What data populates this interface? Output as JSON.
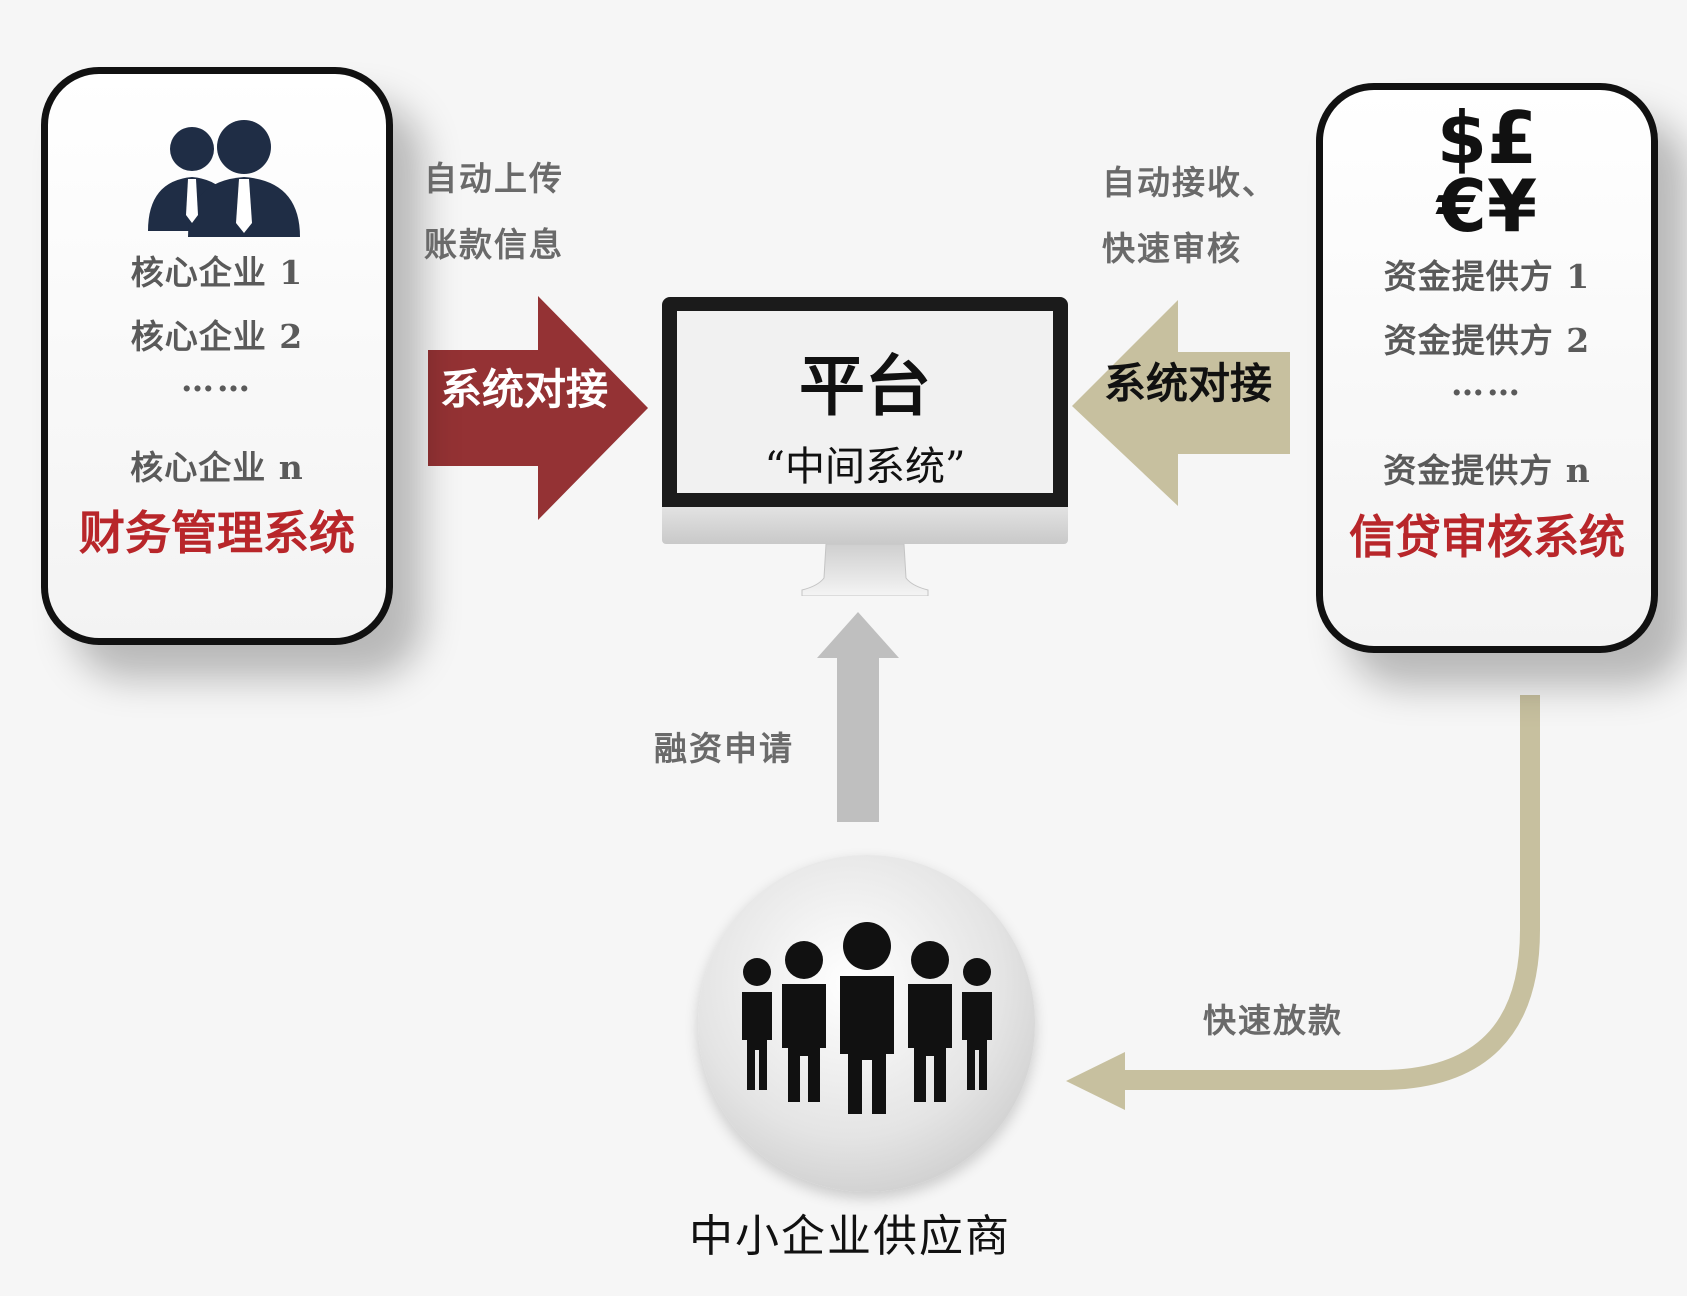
{
  "left_panel": {
    "items": [
      "核心企业 1",
      "核心企业 2",
      "……",
      "核心企业 n"
    ],
    "system_name": "财务管理系统",
    "icon": "business-people-icon"
  },
  "right_panel": {
    "currency_symbols": [
      "$£",
      "€¥"
    ],
    "items": [
      "资金提供方 1",
      "资金提供方 2",
      "……",
      "资金提供方 n"
    ],
    "system_name": "信贷审核系统",
    "icon": "currency-icon"
  },
  "platform": {
    "title": "平台",
    "subtitle": "“中间系统”"
  },
  "left_arrow": {
    "label": "系统对接",
    "annotation": [
      "自动上传",
      "账款信息"
    ],
    "color": "#943234"
  },
  "right_arrow": {
    "label": "系统对接",
    "annotation": [
      "自动接收、",
      "快速审核"
    ],
    "color": "#c7c09f"
  },
  "up_arrow": {
    "annotation": "融资申请",
    "color": "#bfbfbf"
  },
  "return_arrow": {
    "annotation": "快速放款",
    "color": "#c7c09f"
  },
  "suppliers": {
    "label": "中小企业供应商",
    "icon": "crowd-icon"
  },
  "colors": {
    "system_red": "#b8262a",
    "text_gray": "#5a5a5a",
    "icon_navy": "#1f2d45"
  }
}
